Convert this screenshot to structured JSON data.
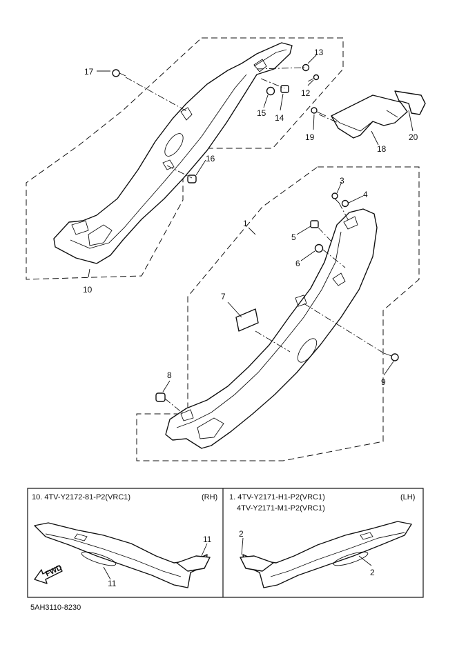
{
  "callouts": {
    "c1": "1",
    "c2a": "2",
    "c2b": "2",
    "c3": "3",
    "c4": "4",
    "c5": "5",
    "c6": "6",
    "c7": "7",
    "c8": "8",
    "c9": "9",
    "c10": "10",
    "c11a": "11",
    "c11b": "11",
    "c12": "12",
    "c13": "13",
    "c14": "14",
    "c15": "15",
    "c16": "16",
    "c17": "17",
    "c18": "18",
    "c19": "19",
    "c20": "20"
  },
  "inset": {
    "rh_title": "10. 4TV-Y2172-81-P2(VRC1)",
    "rh_side": "(RH)",
    "lh_title": "1. 4TV-Y2171-H1-P2(VRC1)",
    "lh_title2": "4TV-Y2171-M1-P2(VRC1)",
    "lh_side": "(LH)",
    "fwd_label": "FWD"
  },
  "diagram_code": "5AH3110-8230",
  "colors": {
    "line": "#111111",
    "background": "#ffffff"
  }
}
